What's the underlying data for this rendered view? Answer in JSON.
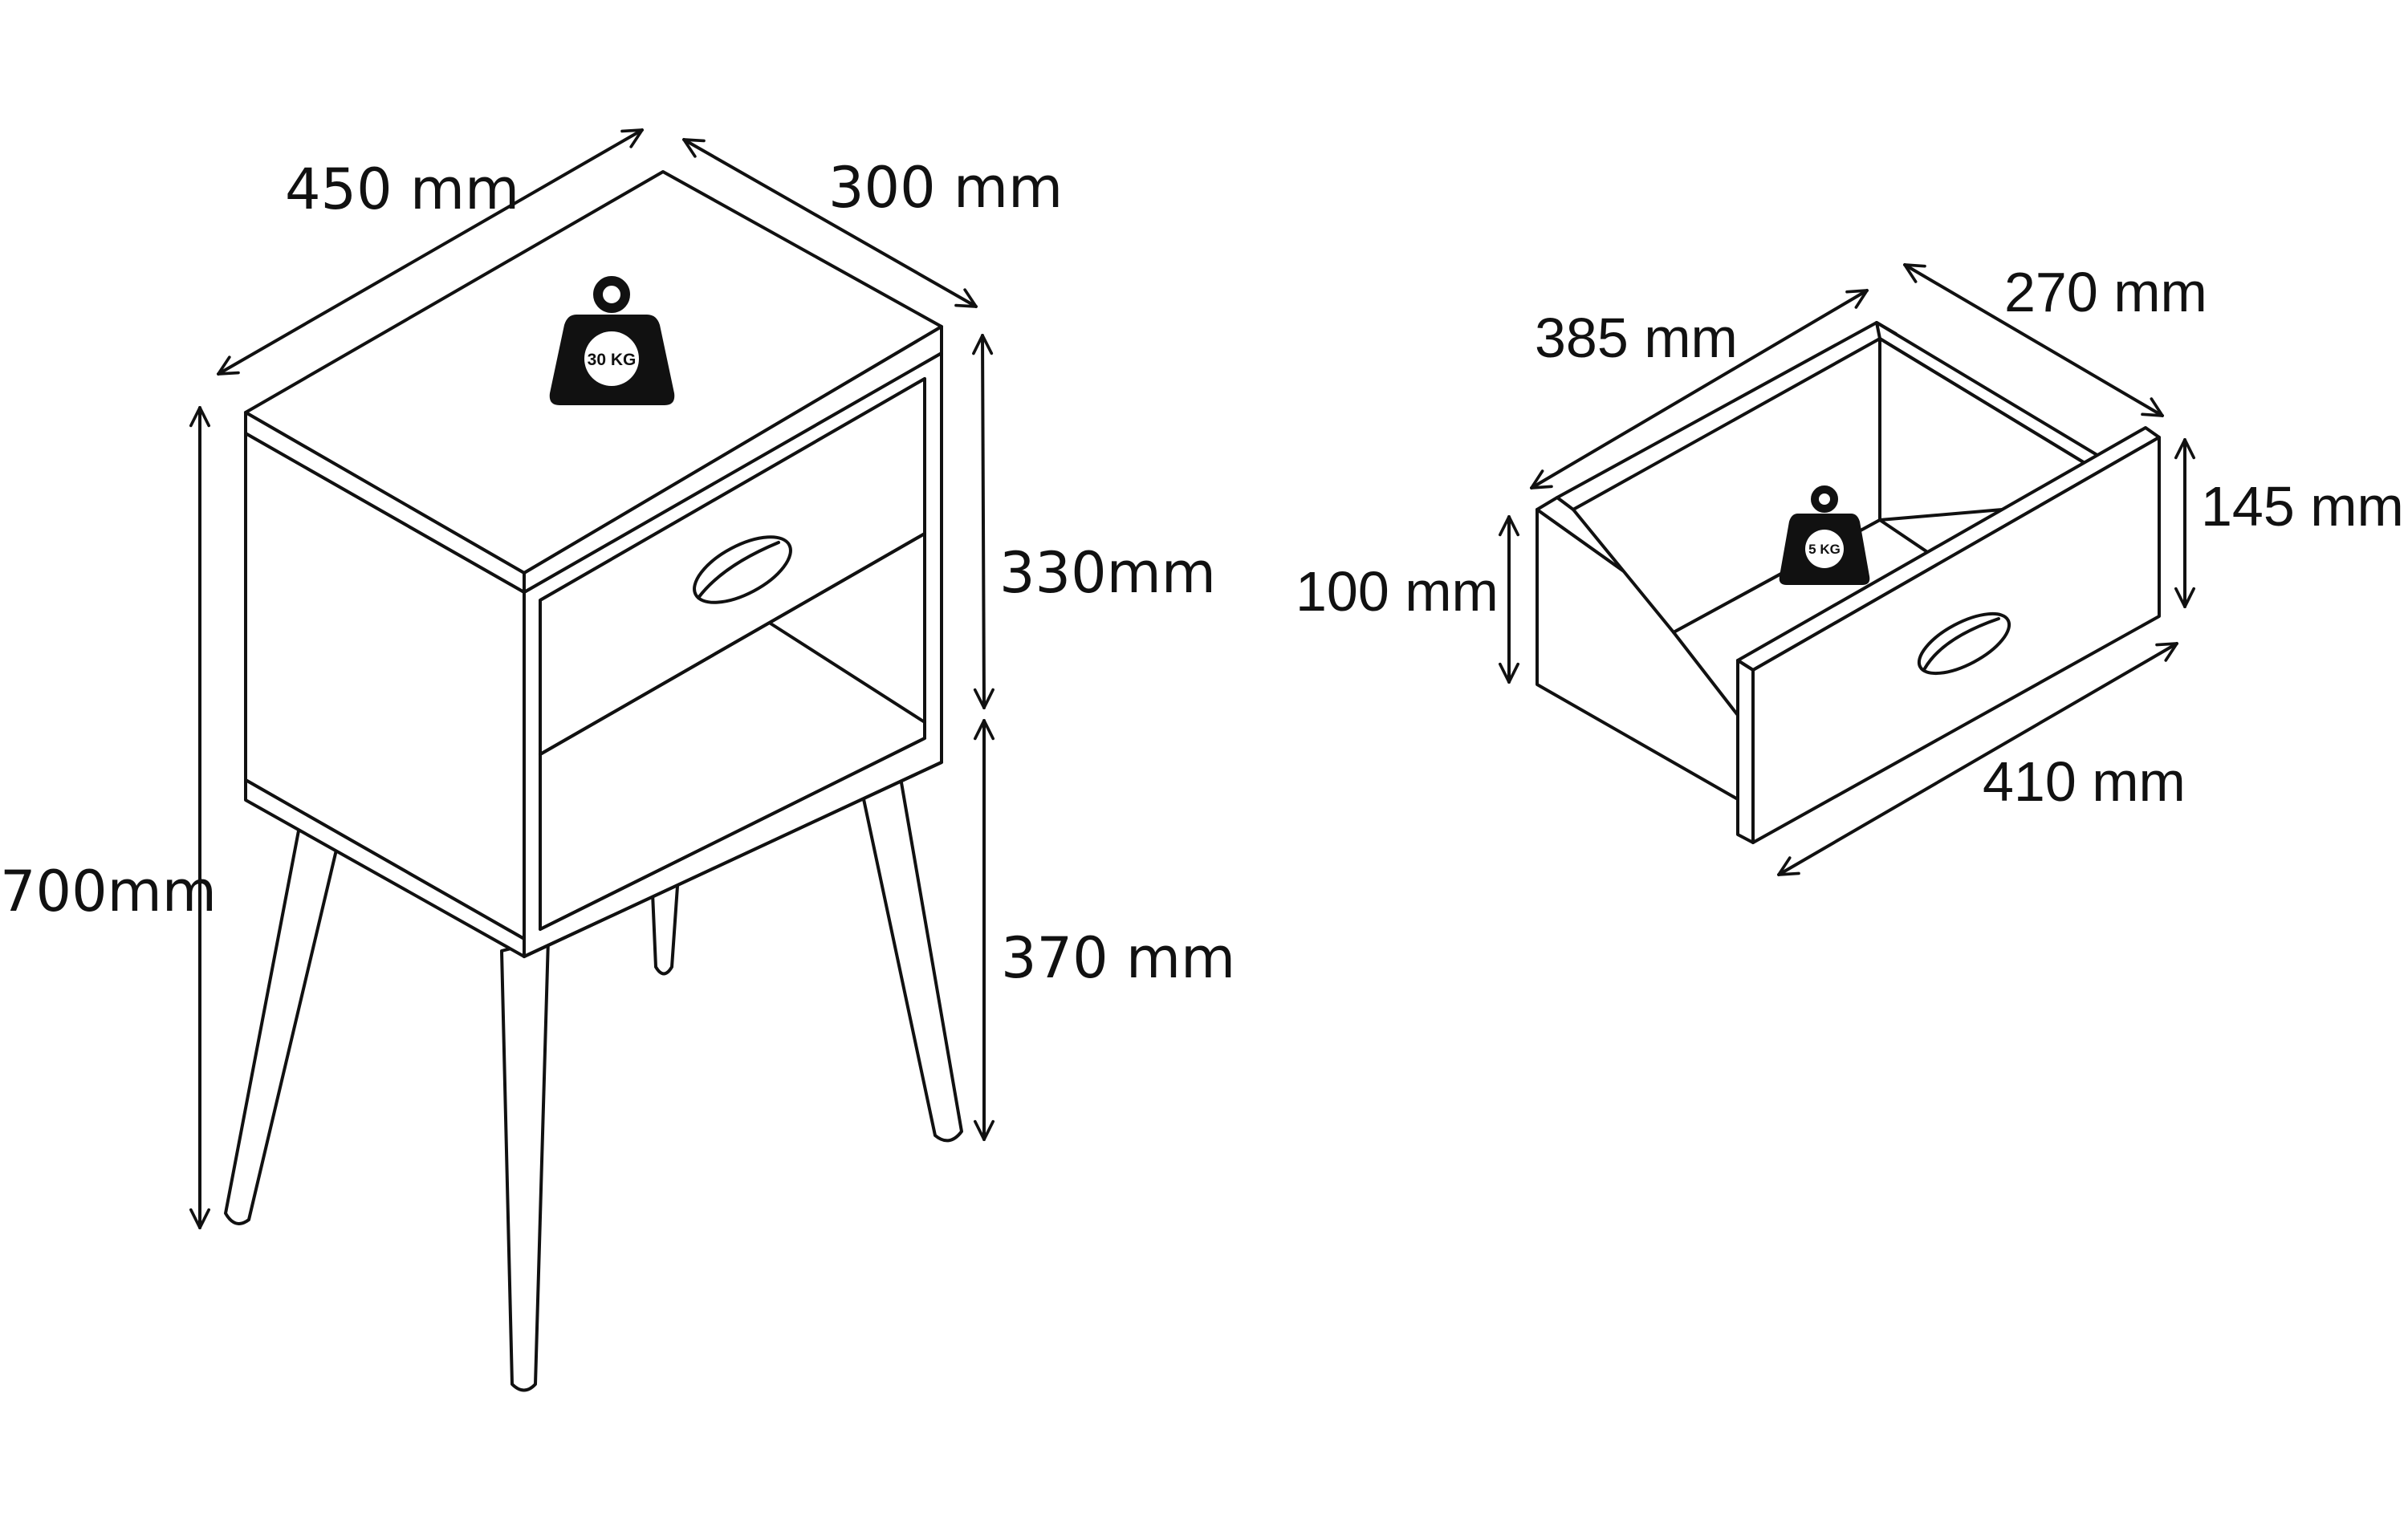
{
  "diagram": {
    "type": "furniture-dimension-drawing",
    "accent_color": "#111111",
    "background_color": "#ffffff",
    "nightstand": {
      "width_label": "450 mm",
      "depth_label": "300 mm",
      "total_height_label": "700mm",
      "cabinet_height_label": "330mm",
      "leg_height_label": "370 mm",
      "load_icon": "weight-icon",
      "load_label": "30 KG"
    },
    "drawer": {
      "inner_width_label": "385 mm",
      "depth_label": "270 mm",
      "side_height_label": "100 mm",
      "front_height_label": "145 mm",
      "front_width_label": "410 mm",
      "load_icon": "weight-icon",
      "load_label": "5 KG"
    }
  }
}
